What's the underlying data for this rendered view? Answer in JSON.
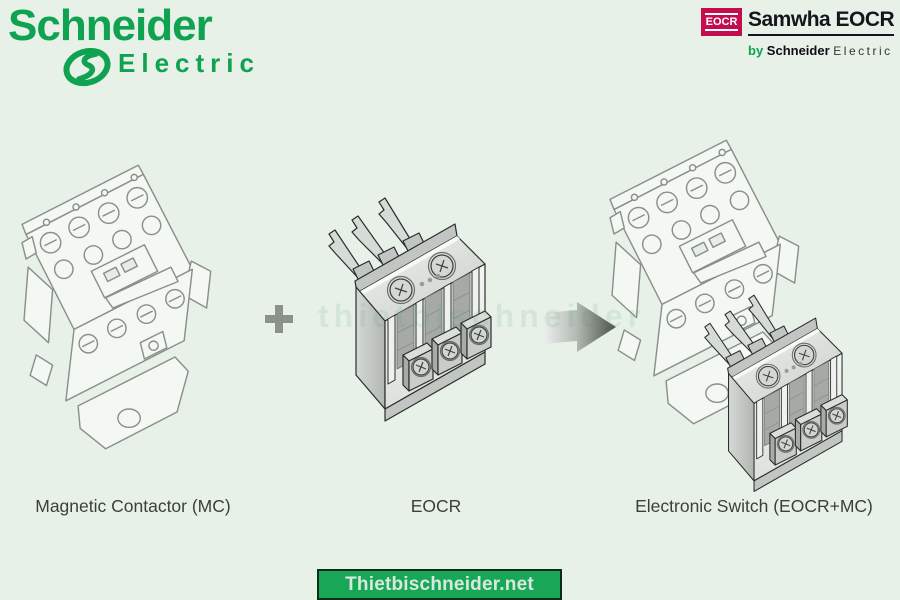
{
  "brand": {
    "schneider": {
      "name": "Schneider",
      "division": "Electric",
      "green": "#0fa251"
    },
    "samwha": {
      "badge": "EOCR",
      "title": "Samwha EOCR",
      "byline_by": "by",
      "byline_brand": "Schneider",
      "byline_suffix": "Electric",
      "crimson": "#c30d4e"
    }
  },
  "diagram": {
    "labels": {
      "mc": "Magnetic Contactor (MC)",
      "eocr": "EOCR",
      "combined": "Electronic Switch (EOCR+MC)"
    },
    "operators": {
      "plus": "+",
      "arrow": "right-arrow"
    },
    "watermark": "thietbischneider"
  },
  "footer": {
    "banner_text": "Thietbischneider.net",
    "banner_green": "#18a757"
  },
  "page": {
    "background": "#e8f1e8"
  }
}
